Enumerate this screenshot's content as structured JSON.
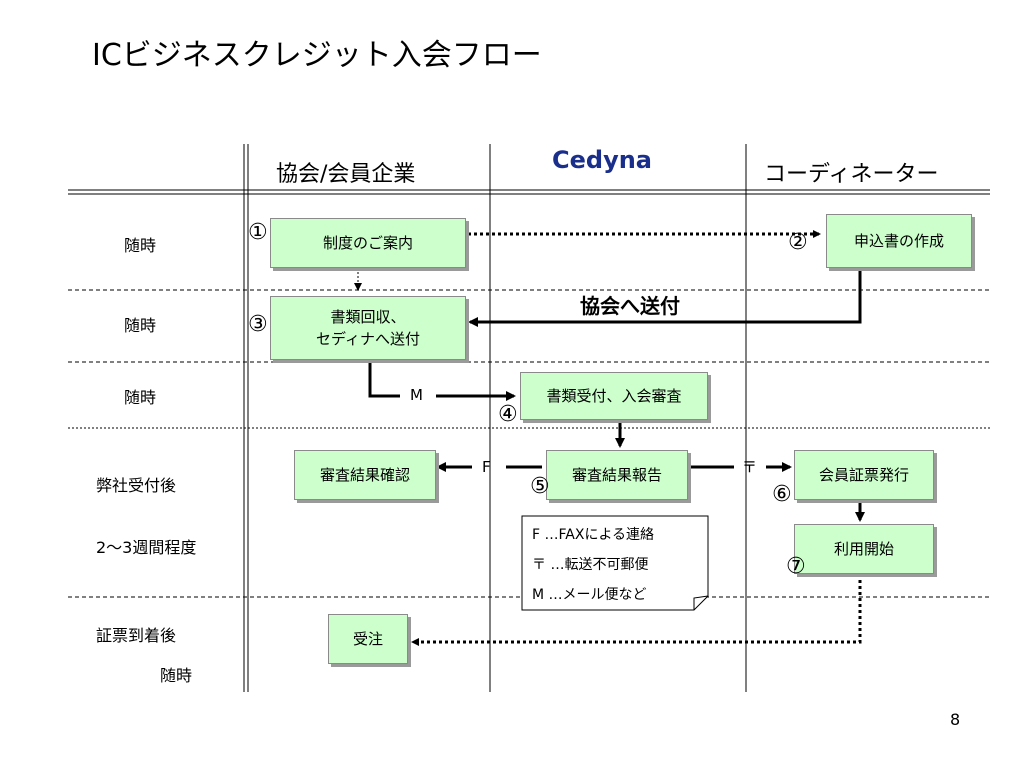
{
  "title": "ICビジネスクレジット入会フロー",
  "columns": {
    "left": "協会/会員企業",
    "center_logo": "Cedyna",
    "right": "コーディネーター"
  },
  "rows": [
    "随時",
    "随時",
    "随時",
    "弊社受付後",
    "2〜3週間程度",
    "証票到着後",
    "随時"
  ],
  "boxes": {
    "b1": "制度のご案内",
    "b2": "申込書の作成",
    "b3_line1": "書類回収、",
    "b3_line2": "セディナへ送付",
    "b4": "書類受付、入会審査",
    "b5": "審査結果報告",
    "b5_left": "審査結果確認",
    "b6": "会員証票発行",
    "b7": "利用開始",
    "b8": "受注"
  },
  "step_numbers": [
    "①",
    "②",
    "③",
    "④",
    "⑤",
    "⑥",
    "⑦"
  ],
  "arrow_labels": {
    "send_to_assoc": "協会へ送付",
    "m": "M",
    "f": "F",
    "t": "〒"
  },
  "legend": {
    "f": "F …FAXによる連絡",
    "t": "〒 …転送不可郵便",
    "m": "M …メール便など"
  },
  "page_number": "8"
}
